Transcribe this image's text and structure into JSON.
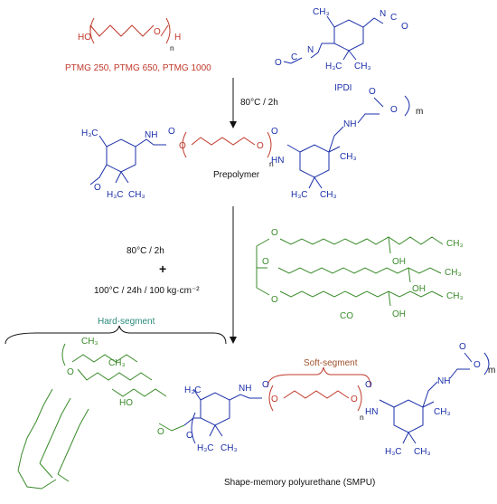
{
  "ptmg": {
    "ho": "HO",
    "o": "O",
    "h": "H",
    "n": "n",
    "variants": "PTMG 250, PTMG 650, PTMG 1000"
  },
  "ipdi": {
    "name": "IPDI",
    "ch3": "CH₃",
    "h3c": "H₃C",
    "n": "N",
    "c": "C",
    "o": "O"
  },
  "step1": {
    "condition": "80°C / 2h"
  },
  "prepolymer": {
    "name": "Prepolymer",
    "m": "m",
    "n": "n",
    "nh": "NH",
    "hn": "HN",
    "o": "O",
    "h3c": "H₃C",
    "ch3": "CH₃"
  },
  "step2": {
    "condition1": "80°C / 2h",
    "plus": "+",
    "condition2": "100°C / 24h / 100 kg·cm⁻²"
  },
  "co": {
    "name": "CO",
    "oh": "OH",
    "ch3": "CH₃",
    "o": "O"
  },
  "smpu": {
    "hard_segment": "Hard-segment",
    "soft_segment": "Soft-segment",
    "name": "Shape-memory polyurethane (SMPU)",
    "m": "m",
    "n": "n",
    "nh": "NH",
    "hn": "HN",
    "ho": "HO",
    "o": "O",
    "h3c": "H₃C",
    "ch3": "CH₃"
  }
}
